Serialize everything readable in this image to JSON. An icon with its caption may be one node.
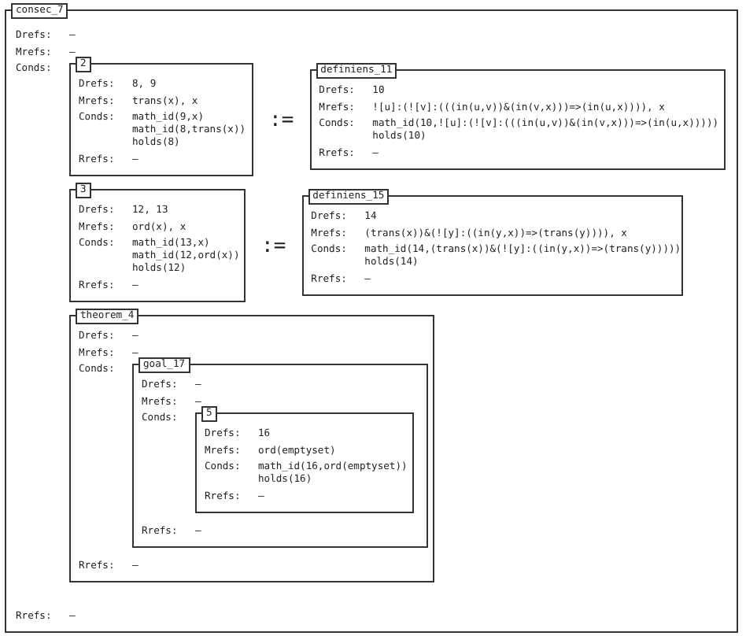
{
  "diagram": {
    "nodes": [
      {
        "text": [
          "consec_7",
          "Drefs:",
          "–",
          "Mrefs:",
          "–",
          "Conds:",
          "Rrefs:",
          "–"
        ]
      },
      {
        "text": [
          "2",
          "Drefs:",
          "8, 9",
          "Mrefs:",
          "trans(x), x",
          "Conds:",
          "math_id(9,x)",
          "math_id(8,trans(x))",
          "holds(8)",
          "Rrefs:",
          "–"
        ],
        "in": 0
      },
      {
        "text": [
          "definiens_11",
          "Drefs:",
          "10",
          "Mrefs:",
          "![u]:(![v]:(((in(u,v))&(in(v,x)))=>(in(u,x)))), x",
          "Conds:",
          "math_id(10,![u]:(![v]:(((in(u,v))&(in(v,x)))=>(in(u,x)))))",
          "holds(10)",
          "Rrefs:",
          "–"
        ],
        "in": 0
      },
      {
        "text": [
          "3",
          "Drefs:",
          "12, 13",
          "Mrefs:",
          "ord(x), x",
          "Conds:",
          "math_id(13,x)",
          "math_id(12,ord(x))",
          "holds(12)",
          "Rrefs:",
          "–"
        ],
        "in": 0
      },
      {
        "text": [
          "definiens_15",
          "Drefs:",
          "14",
          "Mrefs:",
          "(trans(x))&(![y]:((in(y,x))=>(trans(y)))), x",
          "Conds:",
          "math_id(14,(trans(x))&(![y]:((in(y,x))=>(trans(y)))))",
          "holds(14)",
          "Rrefs:",
          "–"
        ],
        "in": 0
      },
      {
        "text": [
          "theorem_4",
          "Drefs:",
          "–",
          "Mrefs:",
          "–",
          "Conds:",
          "Rrefs:",
          "–"
        ],
        "in": 0
      },
      {
        "text": [
          "goal_17",
          "Drefs:",
          "–",
          "Mrefs:",
          "–",
          "Conds:",
          "Rrefs:",
          "–"
        ],
        "in": 5
      },
      {
        "text": [
          "5",
          "Drefs:",
          "16",
          "Mrefs:",
          "ord(emptyset)",
          "Conds:",
          "math_id(16,ord(emptyset))",
          "holds(16)",
          "Rrefs:",
          "–"
        ],
        "in": 6
      }
    ],
    "labels": [
      ":=",
      ":="
    ]
  }
}
